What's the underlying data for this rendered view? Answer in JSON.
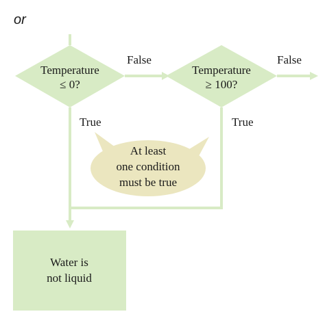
{
  "or_label": "or",
  "colors": {
    "diamond_fill": "#d8ebc5",
    "flow_line": "#d8ebc5",
    "box_fill": "#d8ebc5",
    "callout_fill": "#ebe6bf",
    "text": "#1a1a1a"
  },
  "decision1": {
    "line1": "Temperature",
    "line2": "≤ 0?",
    "false_label": "False",
    "true_label": "True"
  },
  "decision2": {
    "line1": "Temperature",
    "line2": "≥ 100?",
    "false_label": "False",
    "true_label": "True"
  },
  "callout": {
    "line1": "At least",
    "line2": "one condition",
    "line3": "must be true"
  },
  "result_box": {
    "line1": "Water is",
    "line2": "not liquid"
  }
}
